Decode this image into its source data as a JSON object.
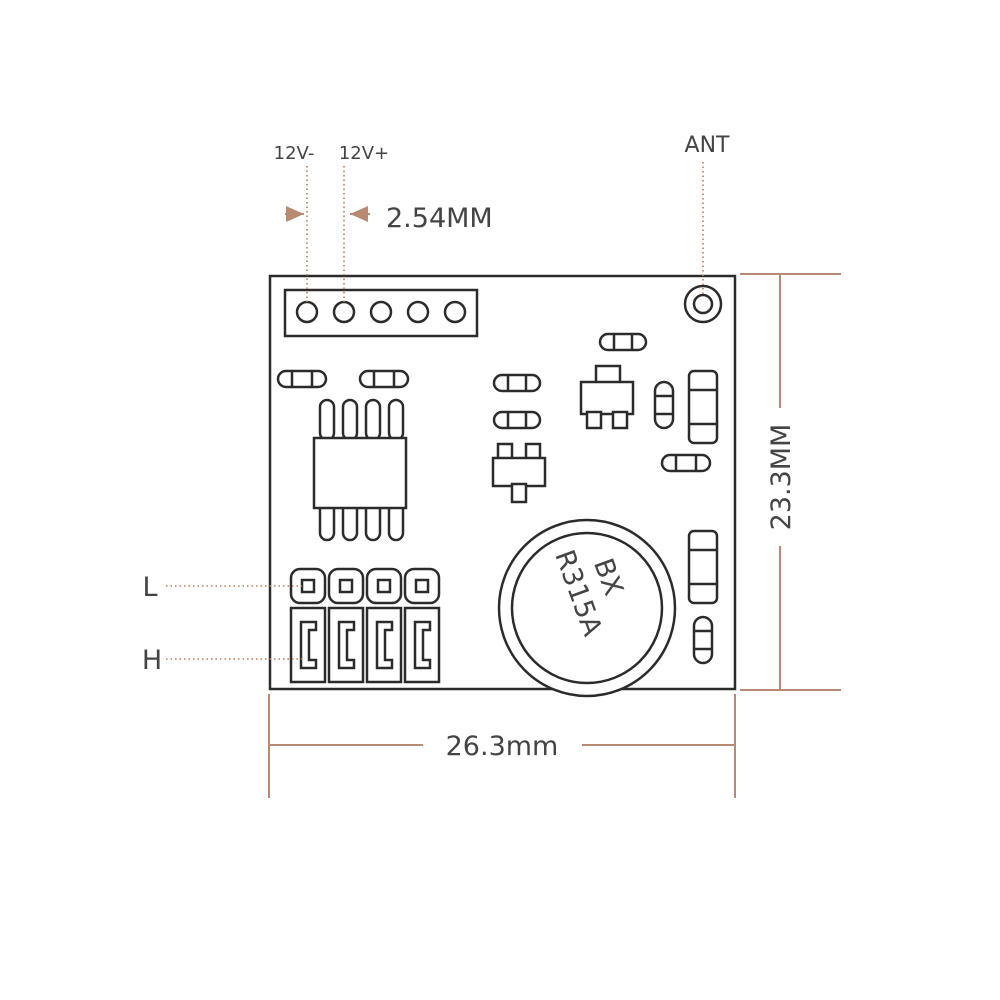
{
  "labels": {
    "pin_neg": "12V-",
    "pin_pos": "12V+",
    "pitch": "2.54MM",
    "antenna": "ANT",
    "height": "23.3MM",
    "width": "26.3mm",
    "jumper_low": "L",
    "jumper_high": "H",
    "chip_line1": "BX",
    "chip_line2": "R315A"
  },
  "colors": {
    "outline": "#2b2b2b",
    "dimension": "#b98a72",
    "leader": "#c07a5a",
    "text": "#444444"
  }
}
